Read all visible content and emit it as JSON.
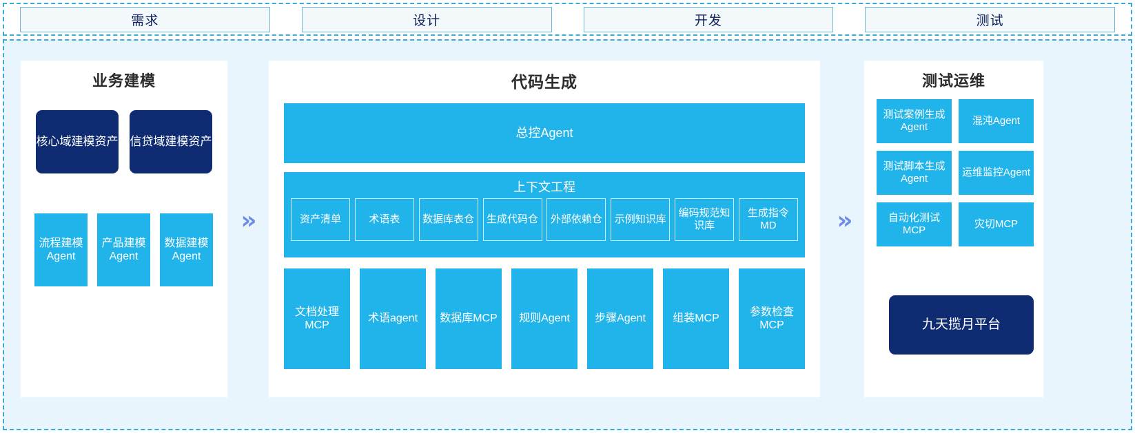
{
  "phases": [
    {
      "label": "需求"
    },
    {
      "label": "设计"
    },
    {
      "label": "开发"
    },
    {
      "label": "测试"
    }
  ],
  "colors": {
    "cyan": "#20b4ea",
    "navy": "#0f2b72",
    "panel_bg": "#ffffff",
    "canvas_bg": "#e9f5fd",
    "dashed_border": "#39a9d8",
    "chevron": "#6d8ee6"
  },
  "arrows": [
    {
      "glyph": "»",
      "name": "flow-arrow-1"
    },
    {
      "glyph": "»",
      "name": "flow-arrow-2"
    }
  ],
  "left_panel": {
    "title": "业务建模",
    "assets": [
      {
        "label": "核心域建模资产"
      },
      {
        "label": "信贷域建模资产"
      }
    ],
    "agents": [
      {
        "label": "流程建模Agent"
      },
      {
        "label": "产品建模Agent"
      },
      {
        "label": "数据建模Agent"
      }
    ]
  },
  "center_panel": {
    "title": "代码生成",
    "master_agent": "总控Agent",
    "context": {
      "title": "上下文工程",
      "items": [
        {
          "label": "资产清单"
        },
        {
          "label": "术语表"
        },
        {
          "label": "数据库表仓"
        },
        {
          "label": "生成代码仓"
        },
        {
          "label": "外部依赖仓"
        },
        {
          "label": "示例知识库"
        },
        {
          "label": "编码规范知识库"
        },
        {
          "label": "生成指令MD"
        }
      ]
    },
    "tools": [
      {
        "label": "文档处理MCP"
      },
      {
        "label": "术语agent"
      },
      {
        "label": "数据库MCP"
      },
      {
        "label": "规则Agent"
      },
      {
        "label": "步骤Agent"
      },
      {
        "label": "组装MCP"
      },
      {
        "label": "参数检查MCP"
      }
    ]
  },
  "right_panel": {
    "title": "测试运维",
    "items": [
      {
        "label": "测试案例生成Agent"
      },
      {
        "label": "混沌Agent"
      },
      {
        "label": "测试脚本生成Agent"
      },
      {
        "label": "运维监控Agent"
      },
      {
        "label": "自动化测试MCP"
      },
      {
        "label": "灾切MCP"
      }
    ],
    "platform": "九天揽月平台"
  }
}
